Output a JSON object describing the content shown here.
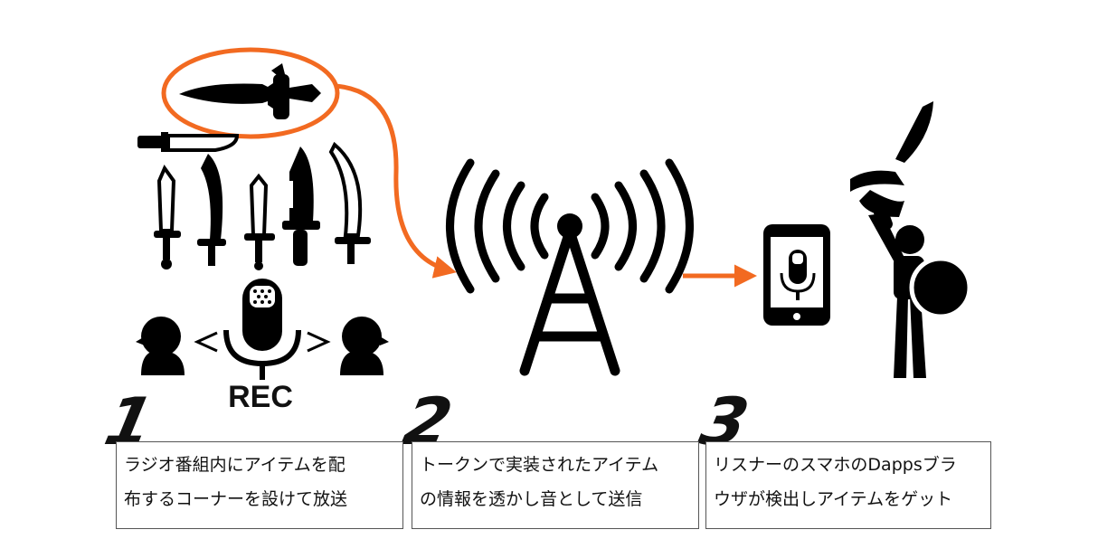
{
  "steps": [
    {
      "number": "1",
      "lines": [
        "ラジオ番組内にアイテムを配",
        "布するコーナーを設けて放送"
      ]
    },
    {
      "number": "2",
      "lines": [
        "トークンで実装されたアイテム",
        "の情報を透かし音として送信"
      ]
    },
    {
      "number": "3",
      "lines": [
        "リスナーのスマホのDappsブラ",
        "ウザが検出しアイテムをゲット"
      ]
    }
  ],
  "rec_label": "REC",
  "icons": [
    "dagger-icon",
    "swords-icon",
    "microphone-icon",
    "speaker-person-icon",
    "radio-tower-icon",
    "smartphone-icon",
    "warrior-icon"
  ],
  "colors": {
    "accent": "#f26a21",
    "ink": "#000000"
  }
}
